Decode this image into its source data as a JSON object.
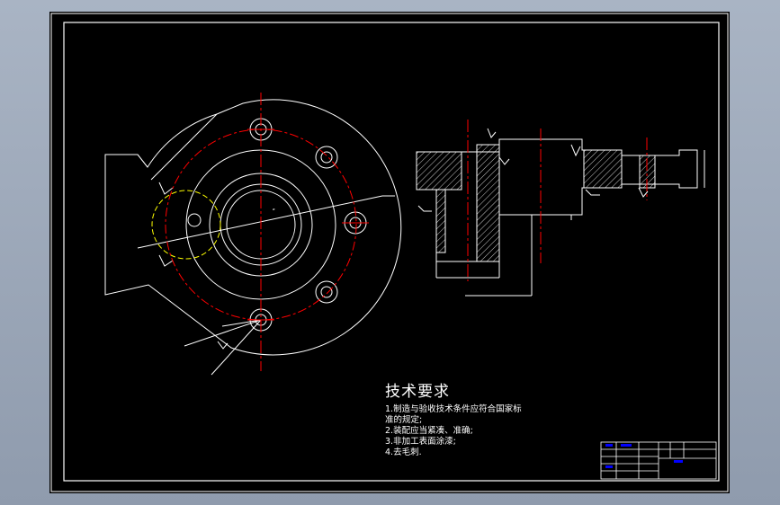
{
  "technical_notes": {
    "title": "技术要求",
    "lines": [
      "1.制造与验收技术条件应符合国家标",
      "准的规定;",
      "2.装配应当紧凑、准确;",
      "3.非加工表面涂漆;",
      "4.去毛刺."
    ]
  },
  "colors": {
    "background": "#000000",
    "geometry": "#ffffff",
    "centerline": "#ff0000",
    "hidden_circle": "#ffff00",
    "title_block_text": "#0000ff",
    "app_frame": "#9aa6b8"
  }
}
